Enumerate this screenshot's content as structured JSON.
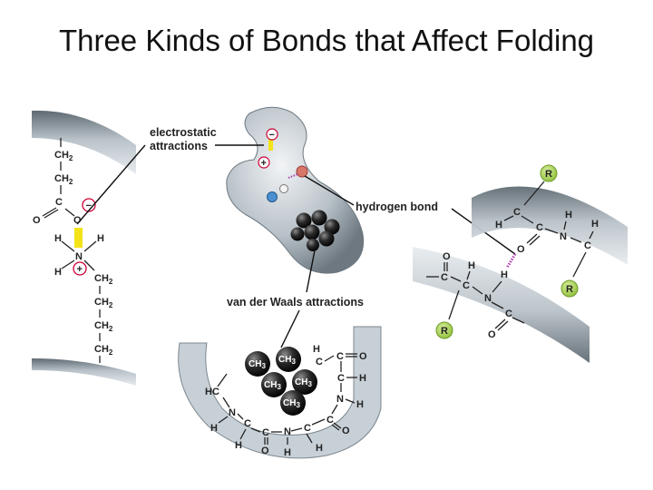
{
  "title": "Three Kinds of Bonds that Affect Folding",
  "labels": {
    "electrostatic": [
      "electrostatic",
      "attractions"
    ],
    "hydrogen_bond": "hydrogen bond",
    "van_der_waals": "van der Waals attractions"
  },
  "symbols": {
    "minus": "−",
    "plus": "+",
    "ch2": "CH",
    "ch3": "CH",
    "two": "2",
    "three": "3",
    "c": "C",
    "o": "O",
    "n": "N",
    "h": "H",
    "r": "R",
    "hc": "HC"
  }
}
